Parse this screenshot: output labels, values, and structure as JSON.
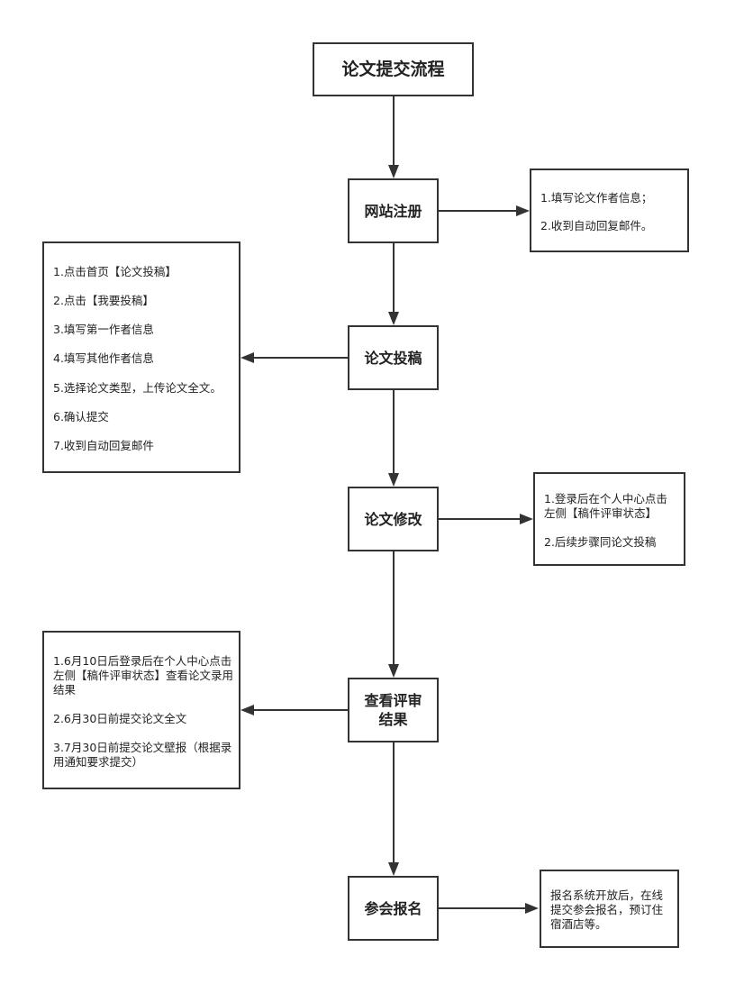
{
  "title": "论文提交流程",
  "steps": {
    "register": "网站注册",
    "submit": "论文投稿",
    "revise": "论文修改",
    "review": "查看评审结果",
    "attend": "参会报名"
  },
  "notes": {
    "register": [
      "1.填写论文作者信息；",
      "2.收到自动回复邮件。"
    ],
    "submit": [
      "1.点击首页【论文投稿】",
      "2.点击【我要投稿】",
      "3.填写第一作者信息",
      "4.填写其他作者信息",
      "5.选择论文类型，上传论文全文。",
      "6.确认提交",
      "7.收到自动回复邮件"
    ],
    "revise": [
      "1.登录后在个人中心点击左侧【稿件评审状态】",
      "2.后续步骤同论文投稿"
    ],
    "review": [
      "1.6月10日后登录后在个人中心点击左侧【稿件评审状态】查看论文录用结果",
      "2.6月30日前提交论文全文",
      "3.7月30日前提交论文壁报（根据录用通知要求提交）"
    ],
    "attend": [
      "报名系统开放后，在线提交参会报名，预订住宿酒店等。"
    ]
  }
}
